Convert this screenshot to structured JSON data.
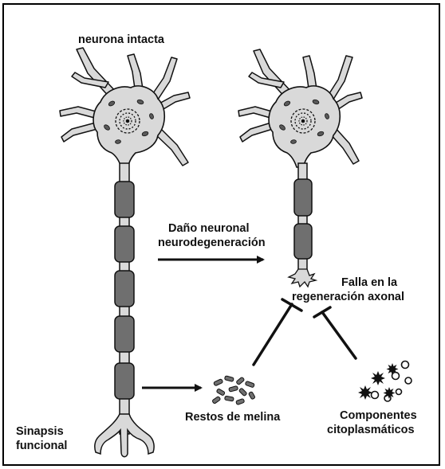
{
  "labels": {
    "intact_neuron": "neurona intacta",
    "damage_line1": "Daño neuronal",
    "damage_line2": "neurodegeneración",
    "failure_line1": "Falla en la",
    "failure_line2": "regeneración axonal",
    "synapse_line1": "Sinapsis",
    "synapse_line2": "funcional",
    "myelin_debris": "Restos de melina",
    "cyto_line1": "Componentes",
    "cyto_line2": "citoplasmáticos"
  },
  "colors": {
    "cell_fill": "#d9d9d9",
    "myelin_fill": "#6f6f6f",
    "stroke": "#111111",
    "background": "#ffffff"
  }
}
